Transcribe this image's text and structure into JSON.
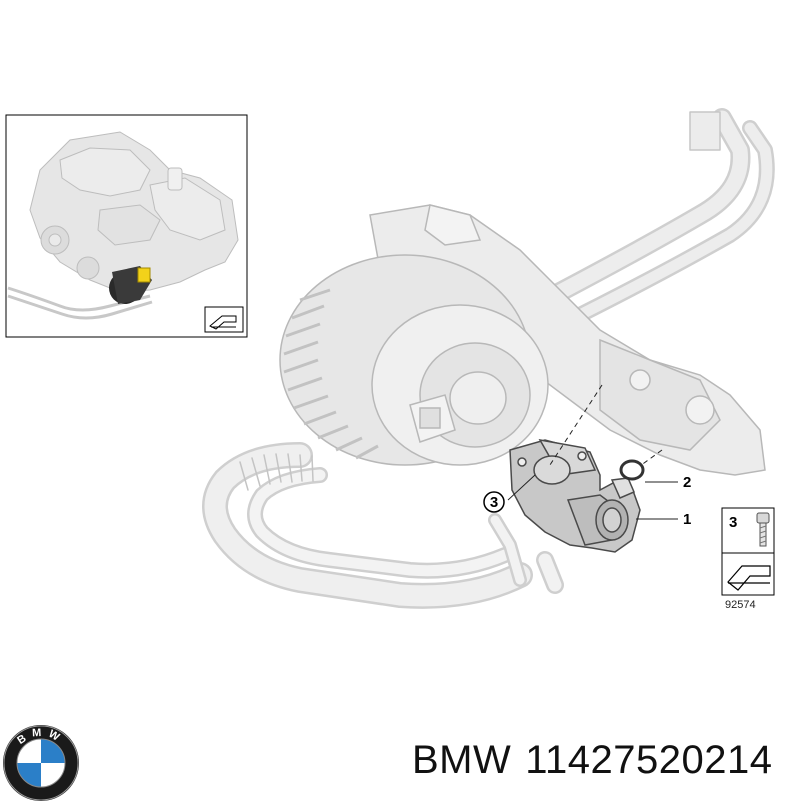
{
  "callouts": {
    "part_1": "1",
    "part_2": "2",
    "part_3": "3"
  },
  "legend": {
    "item_number": "3",
    "reference": "92574"
  },
  "footer": {
    "brand": "BMW",
    "part_number": "11427520214"
  },
  "logo": {
    "text": "BMW",
    "colors": {
      "ring": "#1a1a1a",
      "blue": "#2b7fc8",
      "white": "#ffffff"
    }
  },
  "colors": {
    "part_fill": "#dedede",
    "part_stroke": "#b3b3b3",
    "highlight_fill": "#cfcfcf",
    "highlight_stroke": "#555555",
    "frame": "#000000"
  }
}
